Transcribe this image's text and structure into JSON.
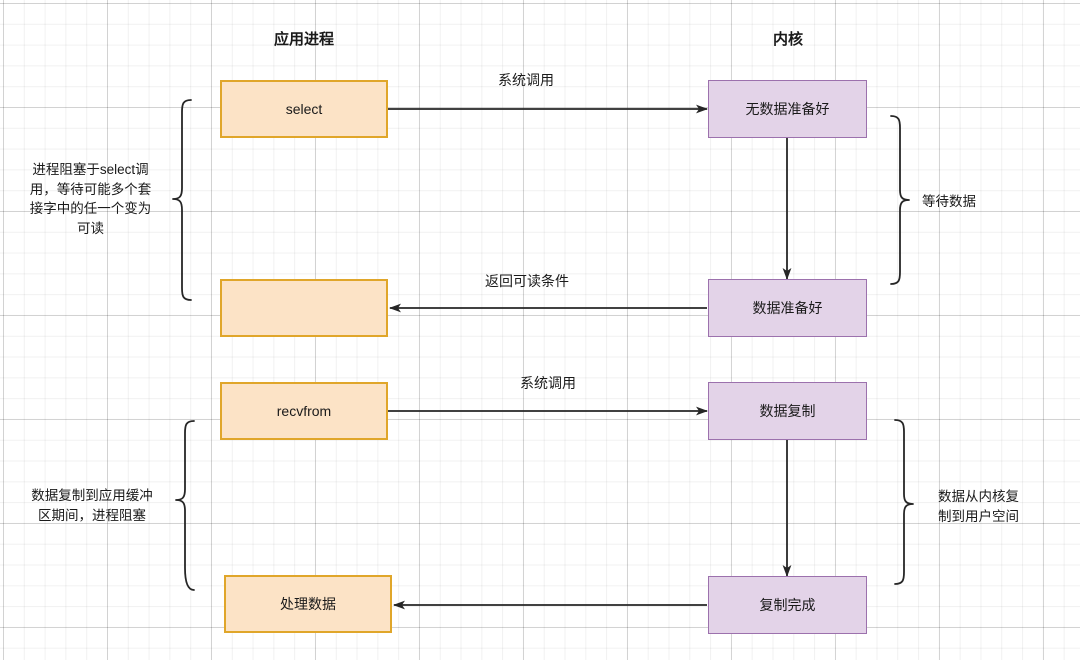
{
  "diagram": {
    "title": "IO multiplexing (select + recvfrom) sequence diagram",
    "columns": [
      {
        "id": "app",
        "label": "应用进程"
      },
      {
        "id": "kernel",
        "label": "内核"
      }
    ],
    "colors": {
      "app_fill": "#fce3c6",
      "app_stroke": "#e0a62a",
      "kernel_fill": "#e3d3e8",
      "kernel_stroke": "#9c71ad",
      "arrow": "#262626",
      "grid_minor": "#f0f0f0",
      "grid_major": "#e0e0e0",
      "text": "#1a1a1a"
    },
    "nodes": [
      {
        "id": "select",
        "label": "select",
        "column": "app"
      },
      {
        "id": "app_blocked",
        "label": "",
        "column": "app"
      },
      {
        "id": "recvfrom",
        "label": "recvfrom",
        "column": "app"
      },
      {
        "id": "process_data",
        "label": "处理数据",
        "column": "app"
      },
      {
        "id": "no_data_ready",
        "label": "无数据准备好",
        "column": "kernel"
      },
      {
        "id": "data_ready",
        "label": "数据准备好",
        "column": "kernel"
      },
      {
        "id": "data_copy",
        "label": "数据复制",
        "column": "kernel"
      },
      {
        "id": "copy_done",
        "label": "复制完成",
        "column": "kernel"
      }
    ],
    "edge_labels": [
      {
        "id": "syscall_1",
        "label": "系统调用"
      },
      {
        "id": "ret_readable",
        "label": "返回可读条件"
      },
      {
        "id": "syscall_2",
        "label": "系统调用"
      }
    ],
    "annotations": [
      {
        "id": "left_top",
        "lines": [
          "进程阻塞于select调",
          "用，等待可能多个套",
          "接字中的任一个变为",
          "可读"
        ]
      },
      {
        "id": "right_top",
        "lines": [
          "等待数据"
        ]
      },
      {
        "id": "left_bottom",
        "lines": [
          "数据复制到应用缓冲",
          "区期间，进程阻塞"
        ]
      },
      {
        "id": "right_bottom",
        "lines": [
          "数据从内核复",
          "制到用户空间"
        ]
      }
    ]
  }
}
